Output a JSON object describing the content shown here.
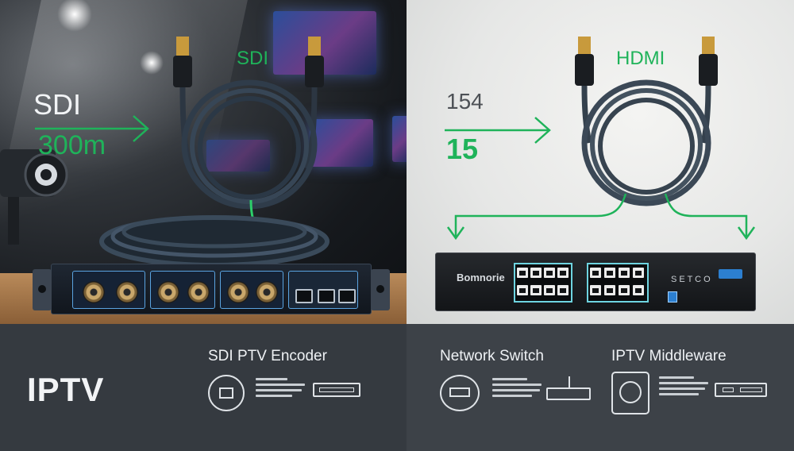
{
  "left_panel": {
    "big_label": "SDI",
    "distance": "300m",
    "cable_label": "SDI"
  },
  "right_panel": {
    "small_number": "154",
    "big_number": "15",
    "cable_label": "HDMI",
    "switch_brand": "Bomnorie",
    "switch_side_text": "S E T C O"
  },
  "bottom": {
    "logo": "IPTV",
    "items": [
      {
        "title": "SDI PTV Encoder"
      },
      {
        "title": "Network Switch"
      },
      {
        "title": "IPTV Middleware"
      }
    ]
  },
  "colors": {
    "accent_green": "#1fb35a",
    "strip_dark": "#353a40",
    "port_outline": "#6ed4e0"
  }
}
